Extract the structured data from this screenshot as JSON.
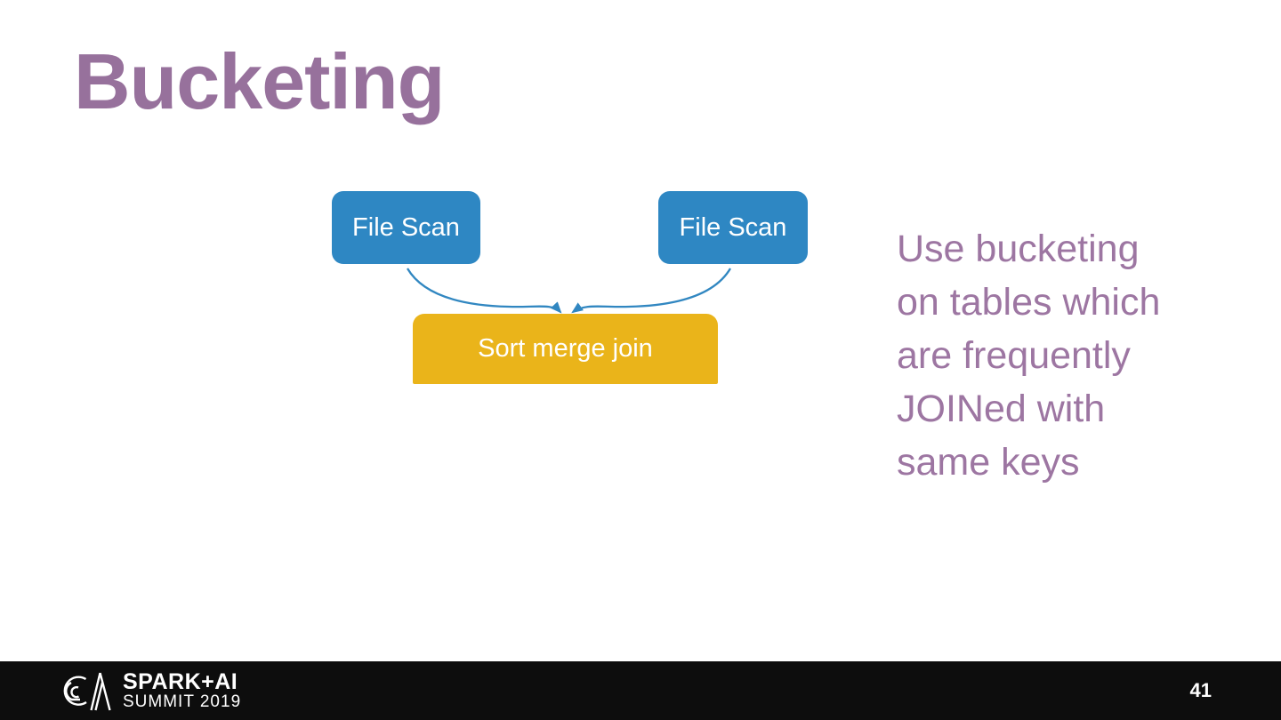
{
  "slide": {
    "title": "Bucketing",
    "background": "#FFFFFF"
  },
  "diagram": {
    "nodes": {
      "file_scan_left": {
        "label": "File Scan"
      },
      "file_scan_right": {
        "label": "File Scan"
      },
      "sort_merge_join": {
        "label": "Sort merge join"
      }
    },
    "arrows": "two curved arrows from both File Scan nodes converging into Sort merge join"
  },
  "side_note": {
    "lines": [
      "Use bucketing",
      "on tables which",
      "are frequently",
      "JOINed with",
      "same keys"
    ]
  },
  "footer": {
    "logo_line1": "SPARK+AI",
    "logo_line2": "SUMMIT 2019",
    "page_number": "41"
  },
  "colors": {
    "title_purple": "#97719C",
    "note_purple": "#9D76A2",
    "node_blue": "#2E87C3",
    "node_gold": "#EAB41A",
    "arrow_blue": "#3187C1",
    "footer_black": "#0D0D0D",
    "text_white": "#FFFFFF"
  }
}
